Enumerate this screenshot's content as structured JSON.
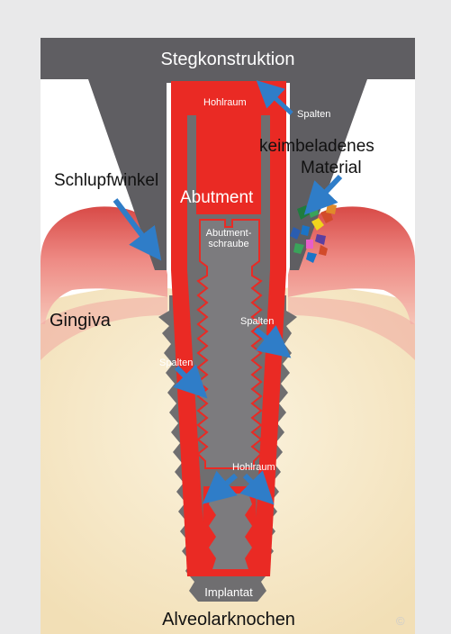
{
  "labels": {
    "title": "Stegkonstruktion",
    "hohlraum_top": "Hohlraum",
    "spalten_top": "Spalten",
    "keimbeladenes": "keimbeladenes",
    "material": "Material",
    "schlupfwinkel": "Schlupfwinkel",
    "abutment": "Abutment",
    "abutmentschraube_1": "Abutment-",
    "abutmentschraube_2": "schraube",
    "gingiva": "Gingiva",
    "spalten_right": "Spalten",
    "spalten_left": "Spalten",
    "hohlraum_bottom": "Hohlraum",
    "implantat": "Implantat",
    "alveolarknochen": "Alveolarknochen",
    "copyright": "©"
  },
  "colors": {
    "background": "#e9e9ea",
    "panel": "#ffffff",
    "steg": "#5f5e62",
    "abutment_red": "#ea2a24",
    "implant_gray": "#6f6e70",
    "gingiva_pink": "#e98f8d",
    "bone_cream": "#f7e9ca",
    "arrow_blue": "#2f7dc8"
  },
  "bacteria_colors": [
    "#1f7c3e",
    "#d24b2a",
    "#f0d41c",
    "#5b3fa0",
    "#1a74c7",
    "#3aa35a",
    "#e85ec8",
    "#2a5db0"
  ]
}
